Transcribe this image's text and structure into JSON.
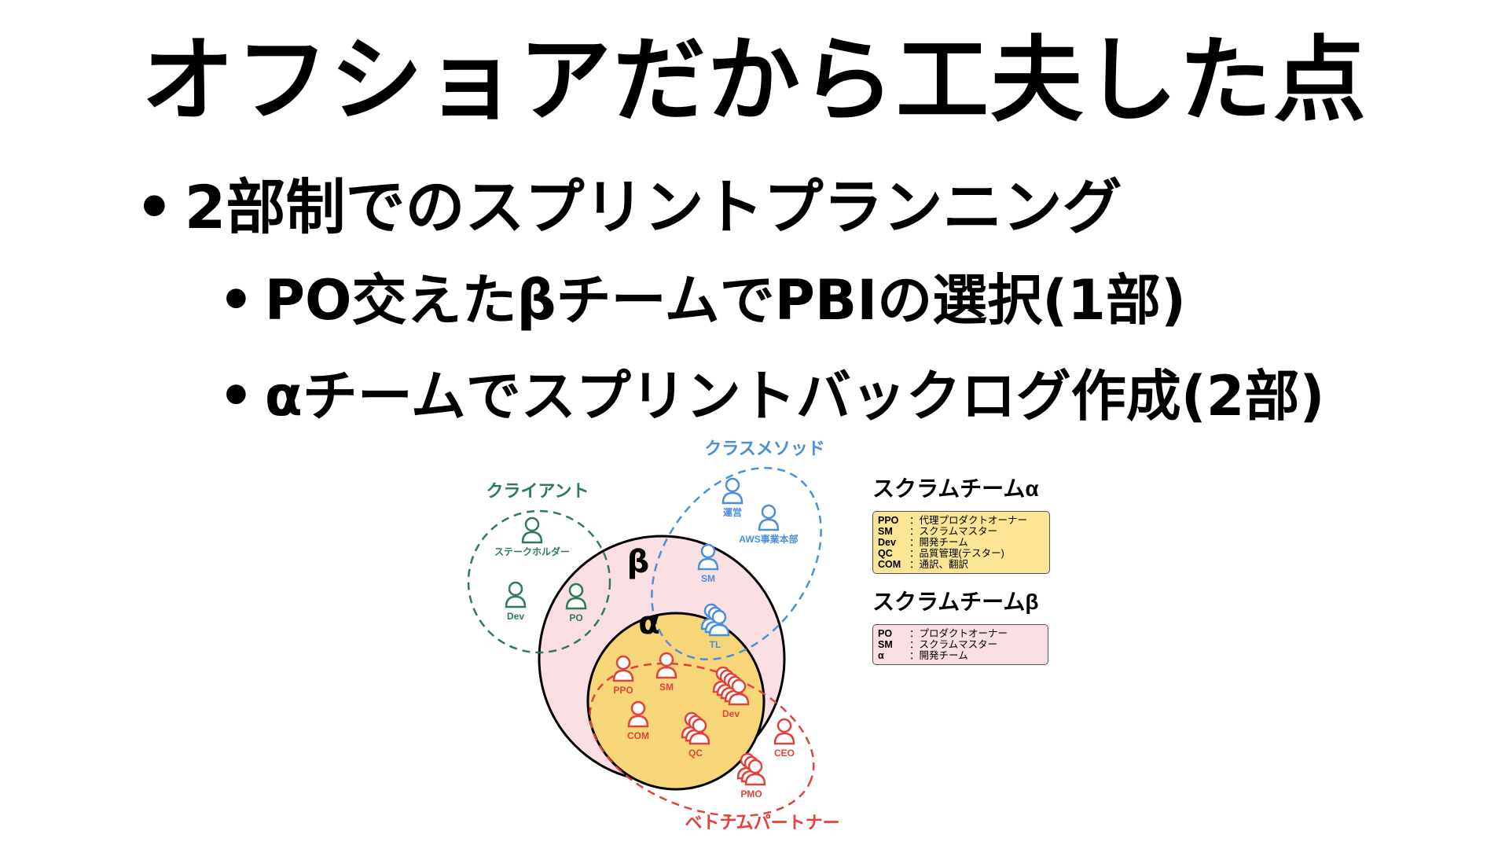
{
  "title": "オフショアだから工夫した点",
  "bullets": [
    {
      "marker": "•",
      "text": "2部制でのスプリントプランニング"
    },
    {
      "marker": "•",
      "text": "PO交えたβチームでPBIの選択(1部)"
    },
    {
      "marker": "•",
      "text": "αチームでスプリントバックログ作成(2部)"
    }
  ],
  "diagram": {
    "groups": {
      "client": "クライアント",
      "classmethod": "クラスメソッド",
      "vietnam": "ベトナムパートナー",
      "beta": "β",
      "alpha": "α"
    },
    "people": {
      "client": [
        {
          "label": "ステークホルダー"
        },
        {
          "label": "Dev"
        },
        {
          "label": "PO"
        }
      ],
      "classmethod": [
        {
          "label": "運営"
        },
        {
          "label": "AWS事業本部"
        },
        {
          "label": "SM"
        },
        {
          "label": "TL"
        }
      ],
      "vietnam": [
        {
          "label": "PPO"
        },
        {
          "label": "SM"
        },
        {
          "label": "Dev"
        },
        {
          "label": "COM"
        },
        {
          "label": "QC"
        },
        {
          "label": "CEO"
        },
        {
          "label": "PMO"
        }
      ]
    },
    "colors": {
      "client": "#2e7a5b",
      "classmethod": "#4a90d9",
      "vietnam": "#e0423c",
      "beta_fill": "#f9dfe1",
      "alpha_fill": "#f7d67a"
    }
  },
  "legend_alpha": {
    "title": "スクラムチームα",
    "rows": [
      {
        "key": "PPO",
        "desc": "：代理プロダクトオーナー"
      },
      {
        "key": "SM",
        "desc": "：スクラムマスター"
      },
      {
        "key": "Dev",
        "desc": "：開発チーム"
      },
      {
        "key": "QC",
        "desc": "：品質管理(テスター)"
      },
      {
        "key": "COM",
        "desc": "：通訳、翻訳"
      }
    ]
  },
  "legend_beta": {
    "title": "スクラムチームβ",
    "rows": [
      {
        "key": "PO",
        "desc": "：プロダクトオーナー"
      },
      {
        "key": "SM",
        "desc": "：スクラムマスター"
      },
      {
        "key": "α",
        "desc": "：開発チーム"
      }
    ]
  }
}
